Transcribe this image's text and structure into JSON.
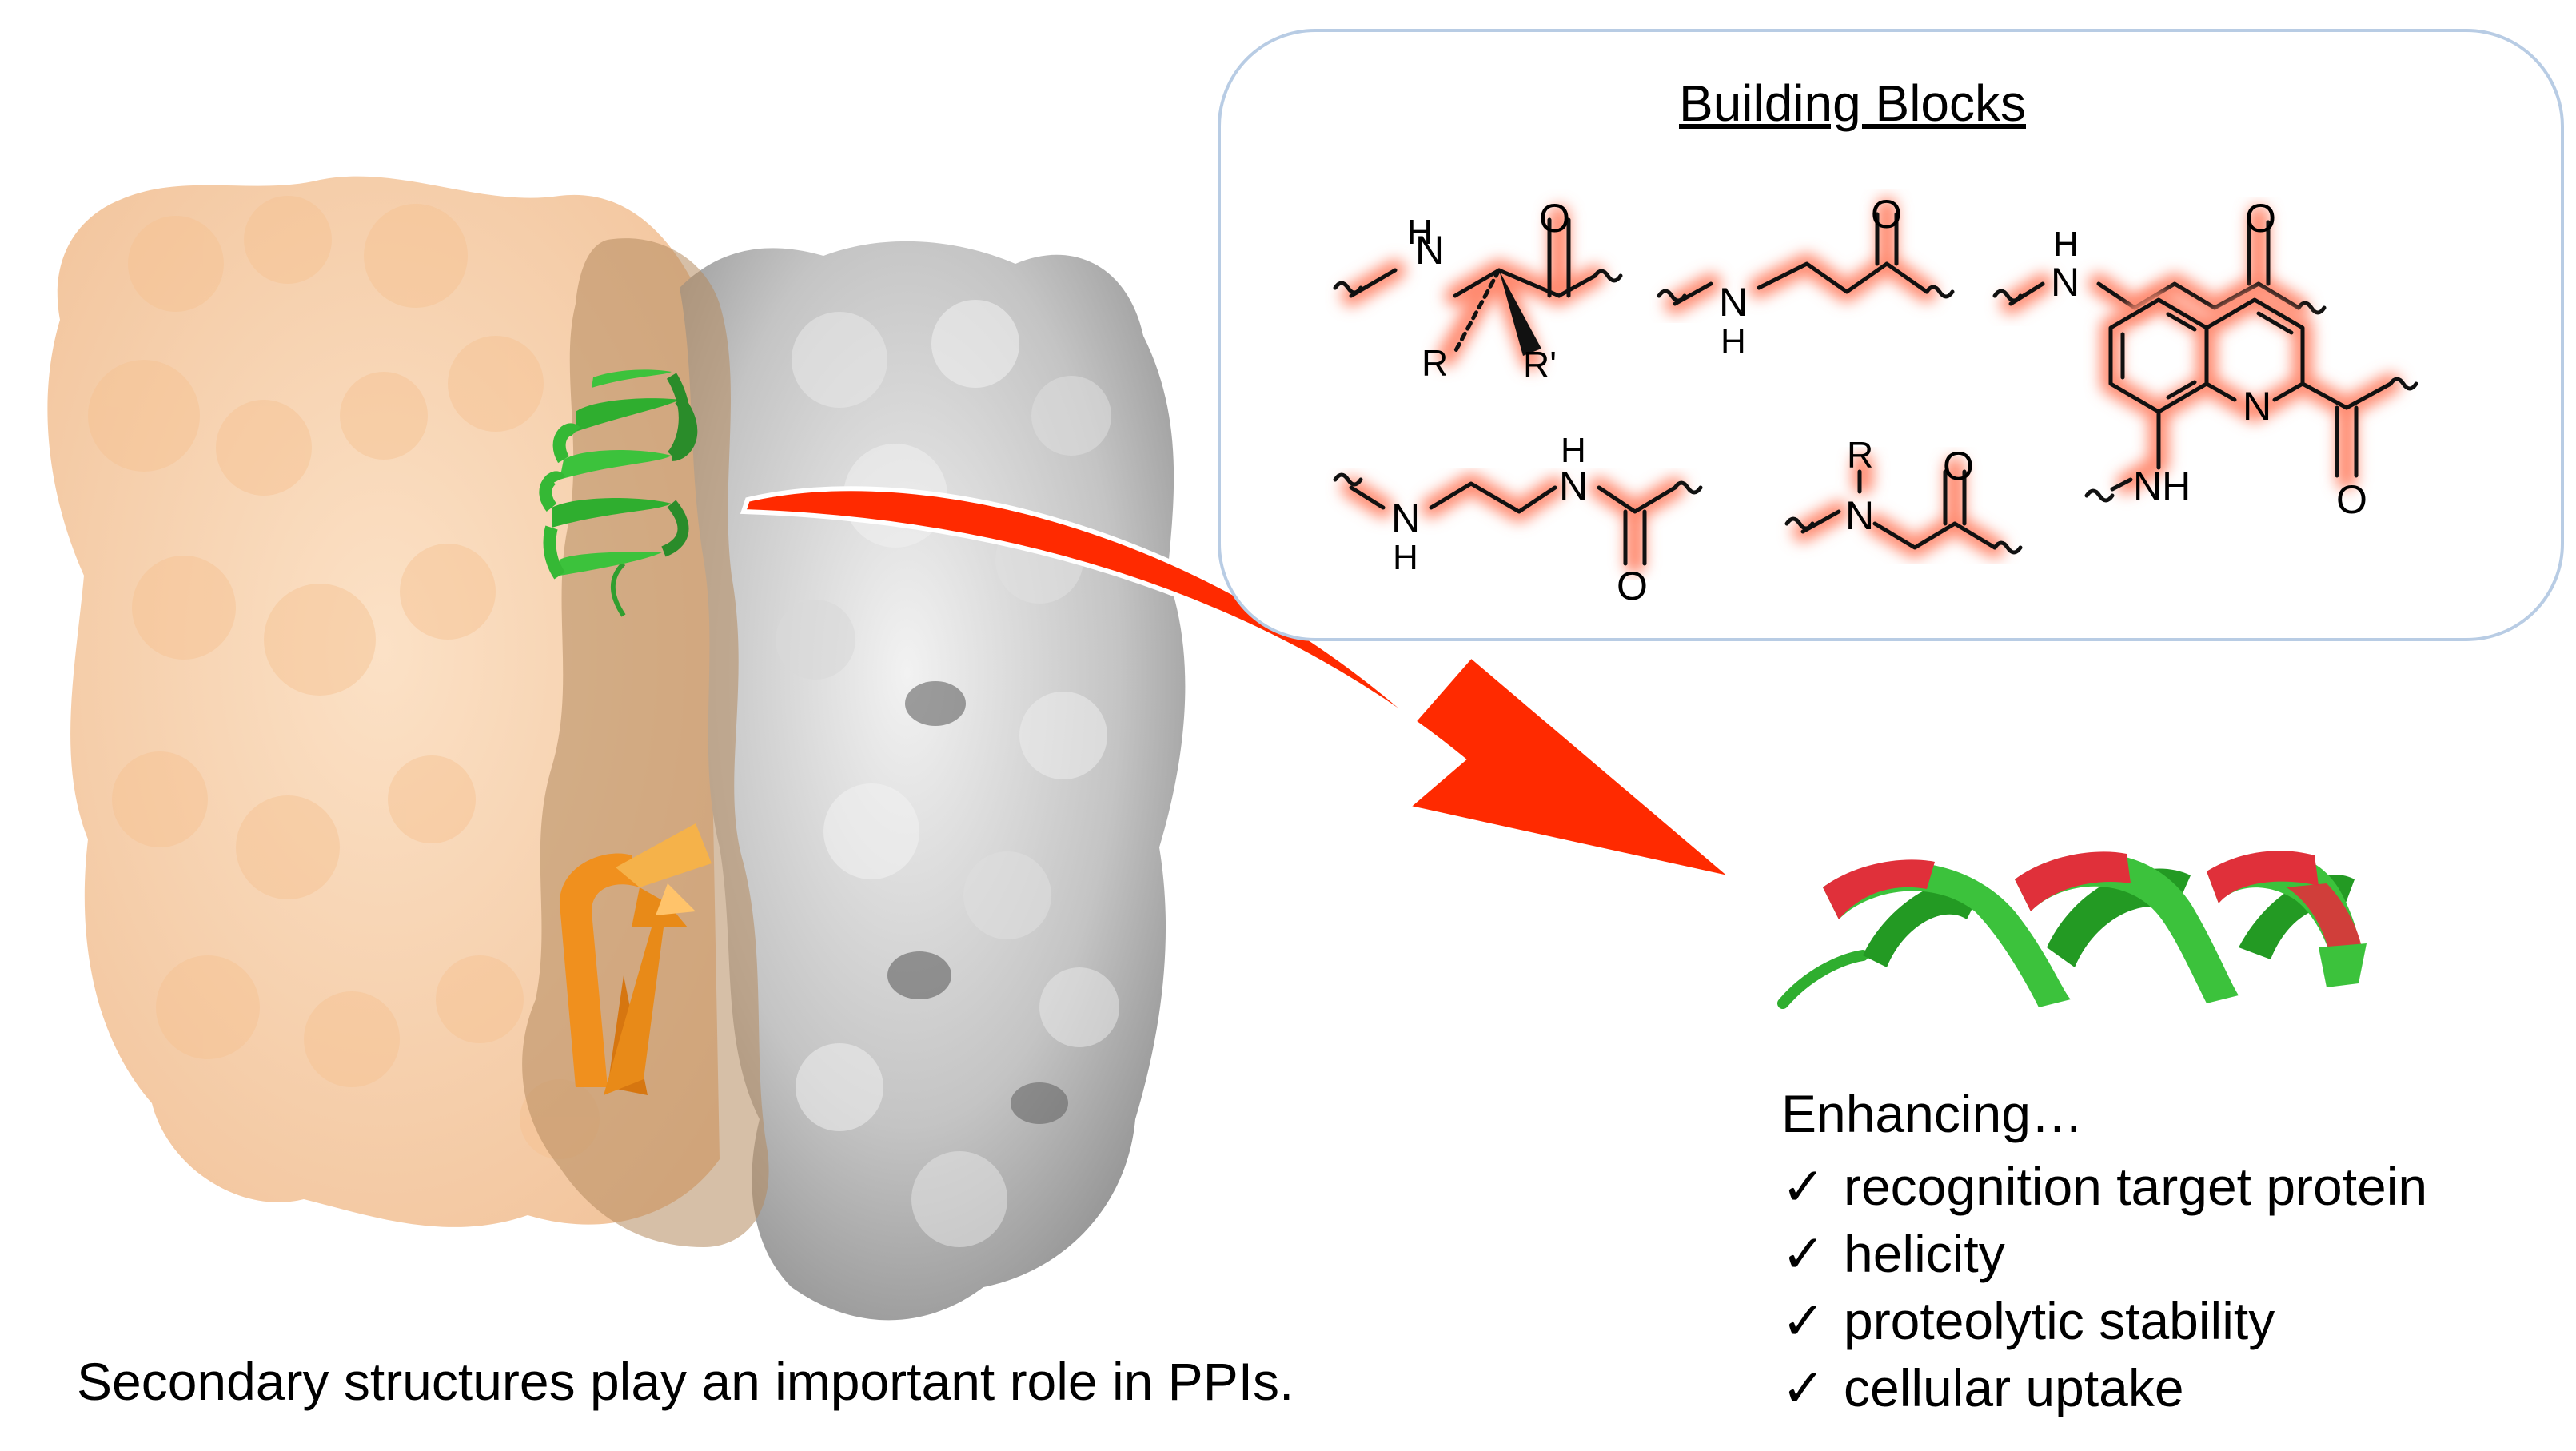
{
  "caption": "Secondary structures play an important role in PPIs.",
  "building_blocks": {
    "title": "Building Blocks",
    "atoms": {
      "H": "H",
      "N": "N",
      "O": "O",
      "R": "R",
      "R_prime": "R'",
      "NH": "NH"
    }
  },
  "enhancing": {
    "title": "Enhancing…",
    "check_mark": "✓",
    "items": [
      "recognition target protein",
      "helicity",
      "proteolytic stability",
      "cellular uptake"
    ]
  },
  "colors": {
    "protein_left": "#f7c89a",
    "protein_right": "#c9c9c9",
    "interface": "#b58a5e",
    "helix_green": "#3cc23c",
    "helix_red": "#e0303a",
    "beta_orange": "#f0901e",
    "arrow_red": "#ff2a00",
    "structure_glow": "#ff8a70"
  }
}
